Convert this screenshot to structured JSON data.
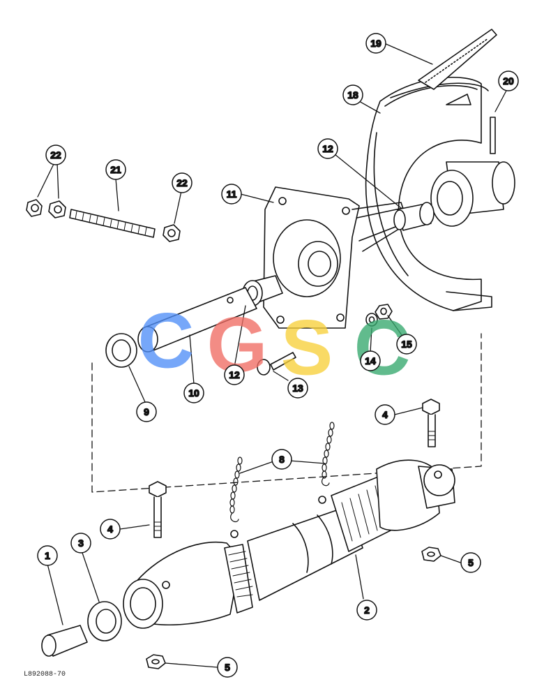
{
  "figure_id": "L892088-70",
  "watermark": {
    "letters": [
      {
        "text": "C",
        "color": "#4f8ef7"
      },
      {
        "text": "G",
        "color": "#ef6b63"
      },
      {
        "text": "S",
        "color": "#f7cf3a"
      },
      {
        "text": "C",
        "color": "#34a86d"
      }
    ]
  },
  "callouts": [
    {
      "id": "c1",
      "label": "1"
    },
    {
      "id": "c2",
      "label": "2"
    },
    {
      "id": "c3",
      "label": "3"
    },
    {
      "id": "c4a",
      "label": "4"
    },
    {
      "id": "c4b",
      "label": "4"
    },
    {
      "id": "c5a",
      "label": "5"
    },
    {
      "id": "c5b",
      "label": "5"
    },
    {
      "id": "c8",
      "label": "8"
    },
    {
      "id": "c9",
      "label": "9"
    },
    {
      "id": "c10",
      "label": "10"
    },
    {
      "id": "c11",
      "label": "11"
    },
    {
      "id": "c12a",
      "label": "12"
    },
    {
      "id": "c12b",
      "label": "12"
    },
    {
      "id": "c13",
      "label": "13"
    },
    {
      "id": "c14",
      "label": "14"
    },
    {
      "id": "c15",
      "label": "15"
    },
    {
      "id": "c18",
      "label": "18"
    },
    {
      "id": "c19",
      "label": "19"
    },
    {
      "id": "c20",
      "label": "20"
    },
    {
      "id": "c21",
      "label": "21"
    },
    {
      "id": "c22a",
      "label": "22"
    },
    {
      "id": "c22b",
      "label": "22"
    }
  ]
}
